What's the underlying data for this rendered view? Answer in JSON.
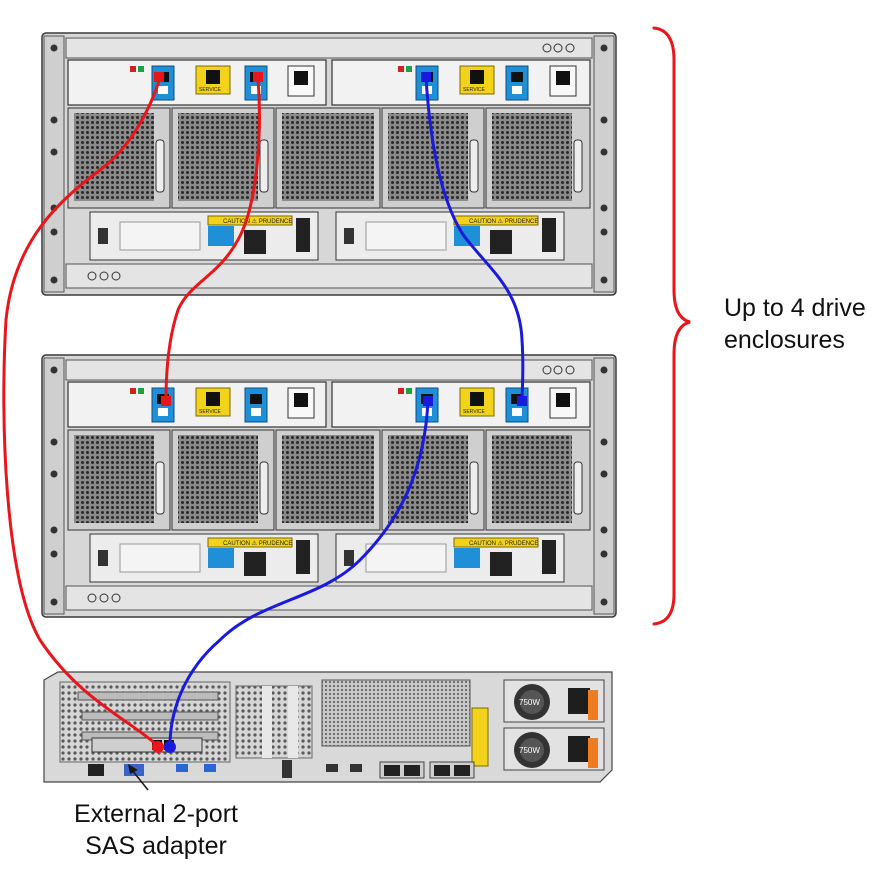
{
  "labels": {
    "enclosures_line1": "Up to 4 drive",
    "enclosures_line2": "enclosures",
    "adapter_line1": "External 2-port",
    "adapter_line2": "SAS adapter"
  },
  "drive_enclosures": {
    "count_shown": 2,
    "panel_text": "CAUTION ⚠ PRUDENCE"
  },
  "server": {
    "psu_wattage": [
      "750W",
      "750W"
    ]
  },
  "colors": {
    "cable_a": "#e8161b",
    "cable_b": "#1a1adc",
    "brace": "#e8161b",
    "sas_port": "#1f8fd8",
    "label_yellow": "#f2d21b",
    "psu_handle": "#ef7d1f",
    "chassis": "#d9d9d9"
  },
  "cables": [
    {
      "name": "red",
      "from": "SAS adapter port 1",
      "to": "enclosure 1 I/O module A port 1"
    },
    {
      "name": "red",
      "from": "enclosure 1 I/O module A port 2",
      "to": "enclosure 2 I/O module A port 1"
    },
    {
      "name": "blue",
      "from": "SAS adapter port 2",
      "to": "enclosure 2 I/O module B port 1"
    },
    {
      "name": "blue",
      "from": "enclosure 2 I/O module B port 2",
      "to": "enclosure 1 I/O module B port 1"
    }
  ]
}
